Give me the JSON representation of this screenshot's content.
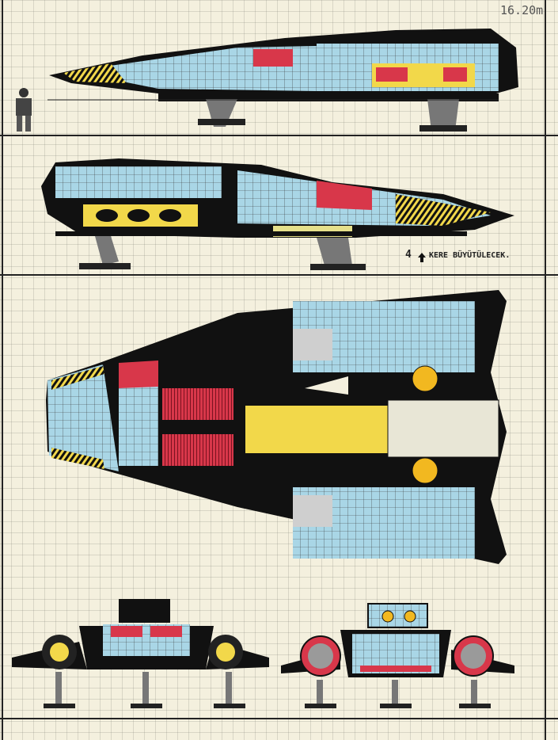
{
  "sheet": {
    "scale_note": "16.20m",
    "enlarge_note_number": "4",
    "enlarge_note_text": "KERE BÜYÜTÜLECEK.",
    "colors": {
      "paper": "#f4f0de",
      "ink": "#111111",
      "blue": "#a9d6e6",
      "yellow": "#f2d84a",
      "red": "#d8374a",
      "orange": "#f0a020",
      "grey": "#9a9a9a"
    },
    "icons": [
      "spaceship-side-view",
      "spaceship-top-view",
      "spaceship-front-view",
      "spaceship-rear-view",
      "pilot-figure"
    ]
  }
}
